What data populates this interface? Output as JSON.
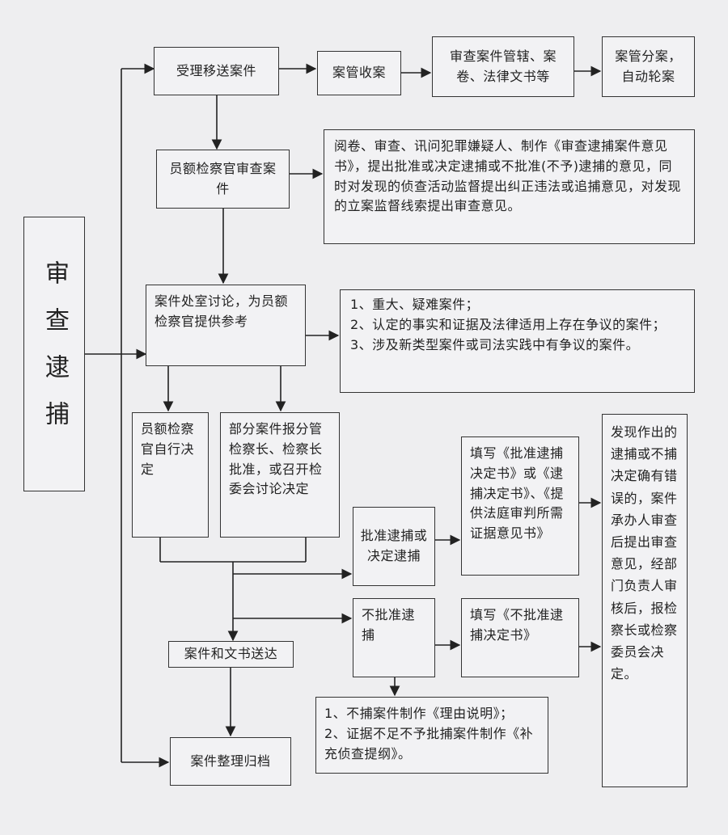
{
  "title": "审查逮捕",
  "nodes": {
    "accept": "受理移送案件",
    "case_receipt": "案管收案",
    "review_jurisdiction": "审查案件管辖、案卷、法律文书等",
    "case_assign": "案管分案，自动轮案",
    "prosecutor_review": "员额检察官审查案件",
    "review_detail": "阅卷、审查、讯问犯罪嫌疑人、制作《审查逮捕案件意见书》，提出批准或决定逮捕或不批准(不予)逮捕的意见，同时对发现的侦查活动监督提出纠正违法或追捕意见，对发现的立案监督线索提出审查意见。",
    "discussion": "案件处室讨论，为员额检察官提供参考",
    "discussion_cases": [
      "1、重大、疑难案件；",
      "2、认定的事实和证据及法律适用上存在争议的案件；",
      "3、涉及新类型案件或司法实践中有争议的案件。"
    ],
    "self_decide": "员额检察官自行决定",
    "report_decide": "部分案件报分管检察长、检察长批准，或召开检委会讨论决定",
    "approve": "批准逮捕或决定逮捕",
    "approve_docs": "填写《批准逮捕决定书》或《逮捕决定书》、《提供法庭审判所需证据意见书》",
    "not_approve": "不批准逮捕",
    "not_approve_docs": "填写《不批准逮捕决定书》",
    "deliver": "案件和文书送达",
    "archive": "案件整理归档",
    "not_arrest_notes": [
      "1、不捕案件制作《理由说明》；",
      "2、证据不足不予批捕案件制作《补充侦查提纲》。"
    ],
    "error_correction": "发现作出的逮捕或不捕决定确有错误的，案件承办人审查后提出审查意见，经部门负责人审核后，报检察长或检察委员会决定。"
  }
}
